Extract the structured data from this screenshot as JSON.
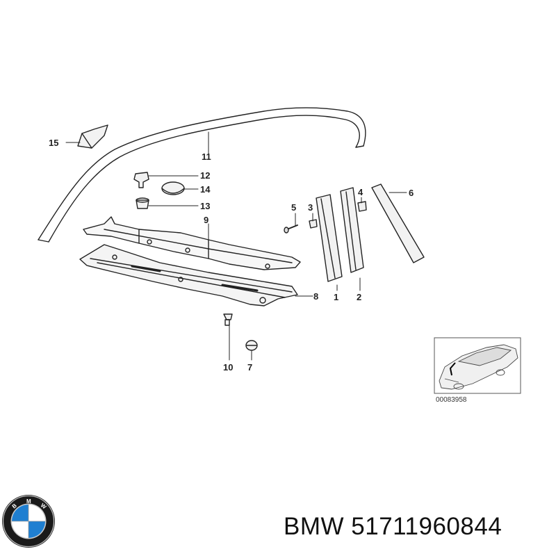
{
  "diagram": {
    "callouts": [
      "15",
      "11",
      "12",
      "14",
      "13",
      "9",
      "8",
      "10",
      "7",
      "5",
      "3",
      "4",
      "6",
      "1",
      "2"
    ],
    "thumbnail_code": "00083958"
  },
  "brand": {
    "logo_name": "bmw-logo",
    "logo_letters": "BMW"
  },
  "footer": {
    "part_number_text": "BMW 51711960844"
  }
}
